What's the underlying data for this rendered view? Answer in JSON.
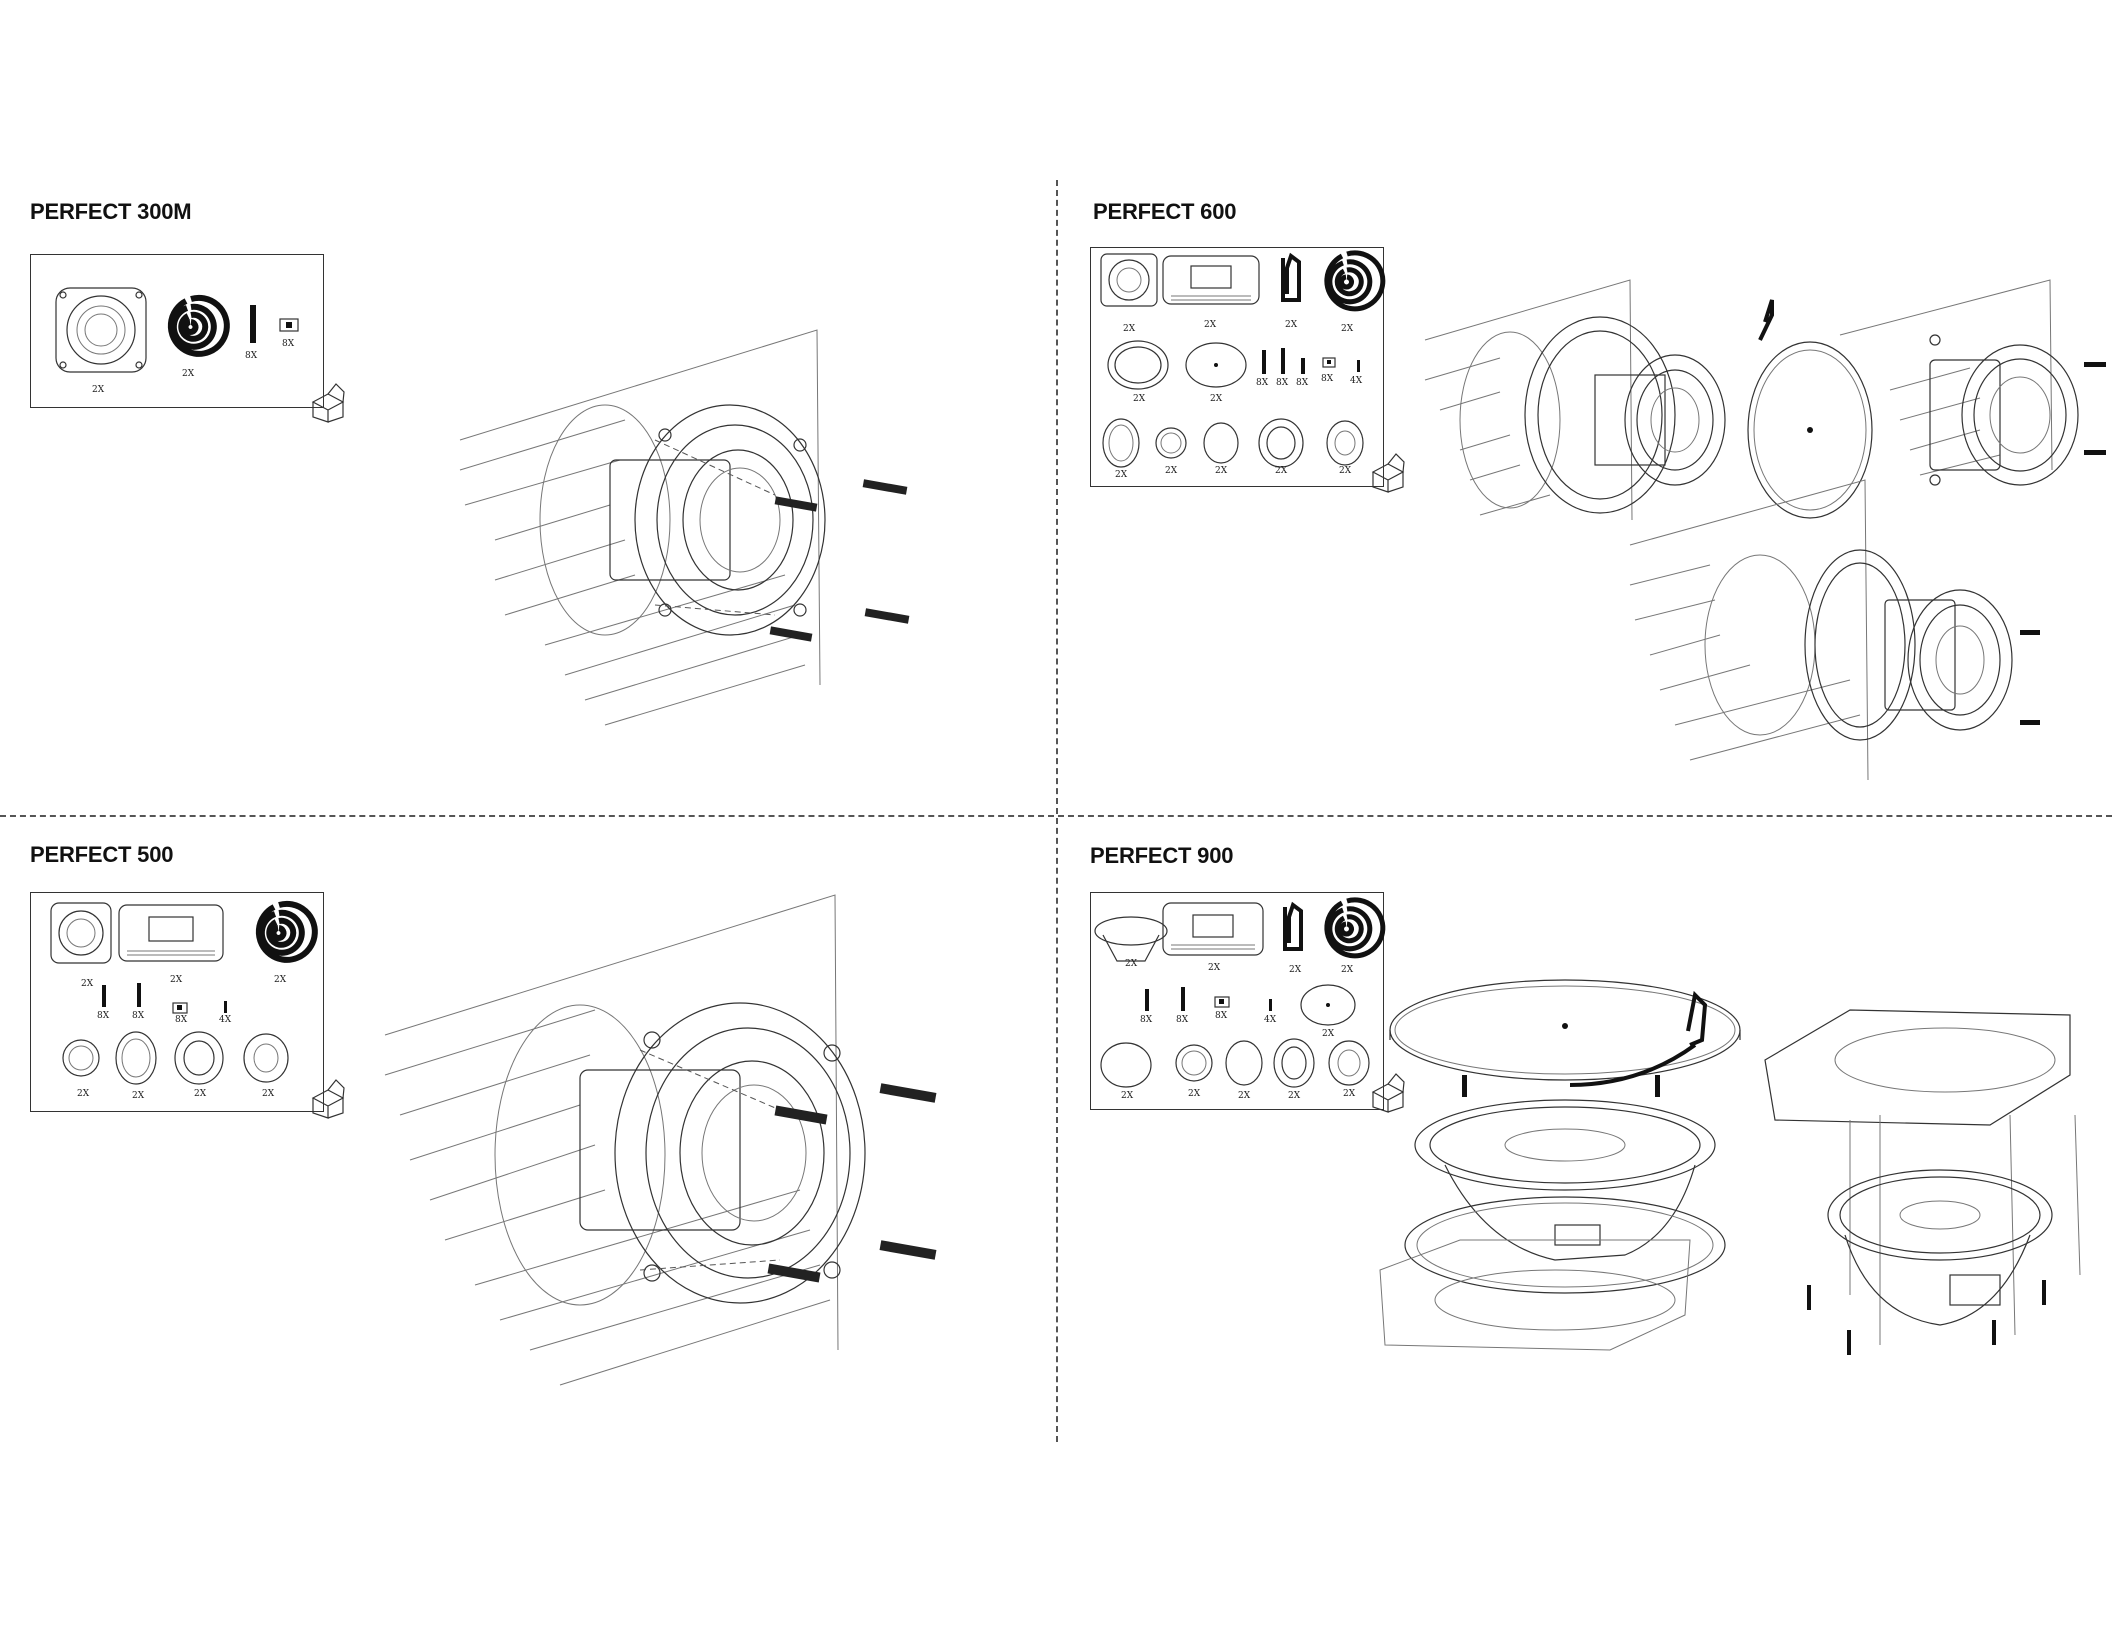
{
  "panels": [
    {
      "title": "PERFECT 300M",
      "parts": [
        "2X",
        "2X",
        "8X",
        "8X"
      ]
    },
    {
      "title": "PERFECT 600",
      "parts": [
        "2X",
        "2X",
        "2X",
        "2X",
        "2X",
        "2X",
        "8X",
        "8X",
        "8X",
        "8X",
        "4X",
        "2X",
        "2X",
        "2X",
        "2X",
        "2X"
      ]
    },
    {
      "title": "PERFECT 500",
      "parts": [
        "2X",
        "2X",
        "2X",
        "8X",
        "8X",
        "8X",
        "4X",
        "2X",
        "2X",
        "2X",
        "2X"
      ]
    },
    {
      "title": "PERFECT 900",
      "parts": [
        "2X",
        "2X",
        "2X",
        "2X",
        "8X",
        "8X",
        "8X",
        "4X",
        "2X",
        "2X",
        "2X",
        "2X",
        "2X",
        "2X"
      ]
    }
  ]
}
